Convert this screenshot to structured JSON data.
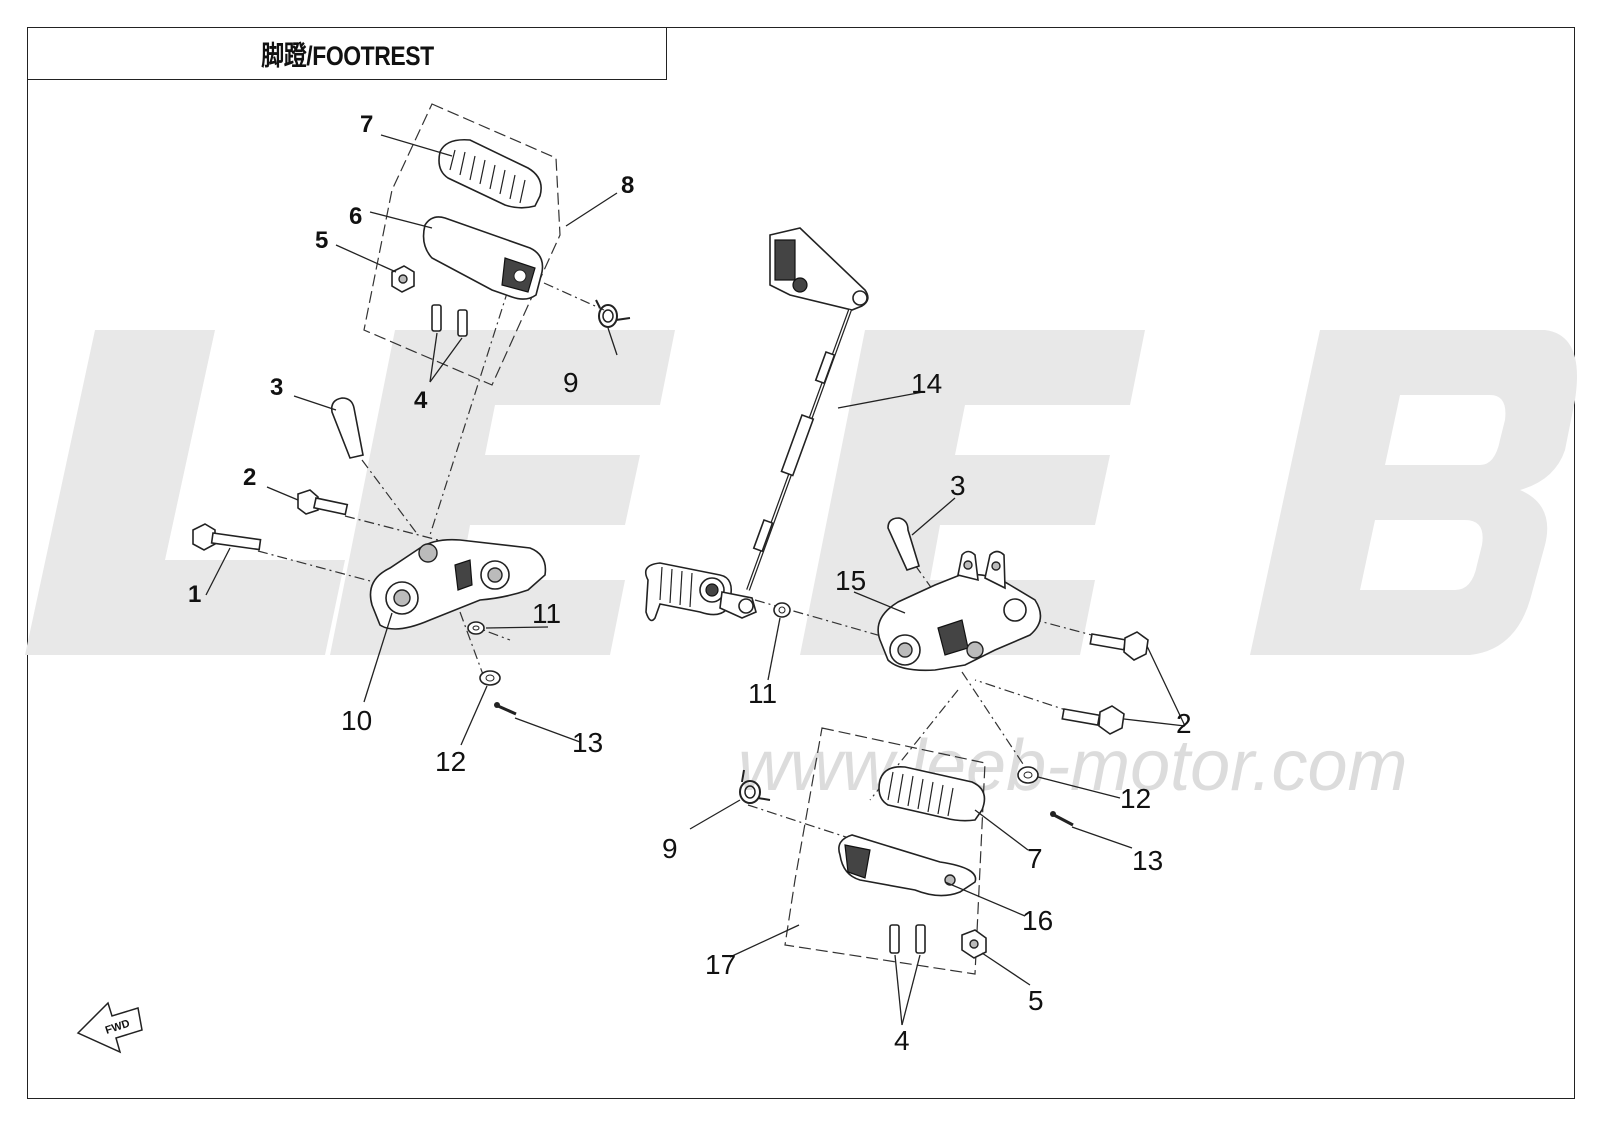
{
  "title": "脚蹬/FOOTREST",
  "watermark": {
    "brand": "LEEB",
    "url": "www.leeb-motor.com",
    "color": "#e6e6e6"
  },
  "callouts": [
    {
      "id": "c7a",
      "text": "7"
    },
    {
      "id": "c6",
      "text": "6"
    },
    {
      "id": "c8",
      "text": "8"
    },
    {
      "id": "c5a",
      "text": "5"
    },
    {
      "id": "c9a",
      "text": "9"
    },
    {
      "id": "c4a",
      "text": "4"
    },
    {
      "id": "c3a",
      "text": "3"
    },
    {
      "id": "c2a",
      "text": "2"
    },
    {
      "id": "c1",
      "text": "1"
    },
    {
      "id": "c11a",
      "text": "11"
    },
    {
      "id": "c10",
      "text": "10"
    },
    {
      "id": "c12a",
      "text": "12"
    },
    {
      "id": "c13a",
      "text": "13"
    },
    {
      "id": "c14",
      "text": "14"
    },
    {
      "id": "c3b",
      "text": "3"
    },
    {
      "id": "c15",
      "text": "15"
    },
    {
      "id": "c11b",
      "text": "11"
    },
    {
      "id": "c2b",
      "text": "2"
    },
    {
      "id": "c12b",
      "text": "12"
    },
    {
      "id": "c9b",
      "text": "9"
    },
    {
      "id": "c7b",
      "text": "7"
    },
    {
      "id": "c13b",
      "text": "13"
    },
    {
      "id": "c16",
      "text": "16"
    },
    {
      "id": "c17",
      "text": "17"
    },
    {
      "id": "c5b",
      "text": "5"
    },
    {
      "id": "c4b",
      "text": "4"
    }
  ],
  "fwd_badge": "FWD"
}
